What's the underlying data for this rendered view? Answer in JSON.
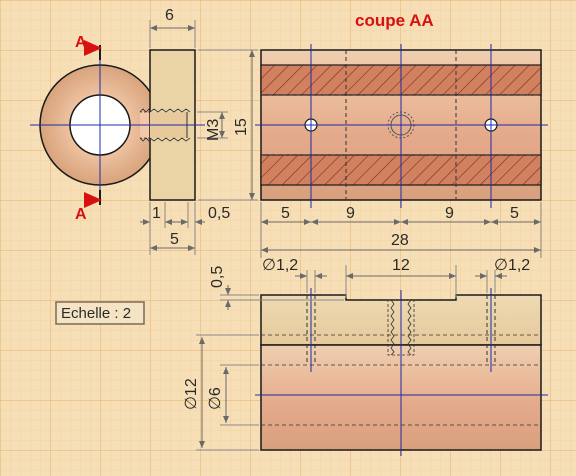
{
  "section_title": "coupe AA",
  "section_marker_top": "A",
  "section_marker_bottom": "A",
  "scale_label": "Echelle : 2",
  "colors": {
    "paper": "#f6dfb6",
    "grid_major": "#eab877",
    "grid_minor": "#f1cf9d",
    "part_fill": "#e9cfa6",
    "part_fill_dark": "#d7a37b",
    "bore": "#ffffff",
    "hatch_fill": "#d28160",
    "hatch_line": "#7a2d1a",
    "axis": "#1d2aa8",
    "outline": "#1a1a1a",
    "dim_line": "#8a8a8a",
    "red": "#d81010"
  },
  "dimensions": {
    "width_6": "6",
    "thread_m3": "M3",
    "height_15": "15",
    "off_1": "1",
    "width_5": "5",
    "off_0_5": "0,5",
    "left_5": "5",
    "left_9": "9",
    "right_9": "9",
    "right_5": "5",
    "total_28": "28",
    "hole_left": "∅1,2",
    "hole_right": "∅1,2",
    "flat_12": "12",
    "flat_depth": "0,5",
    "diam_12": "∅12",
    "diam_6": "∅6"
  }
}
